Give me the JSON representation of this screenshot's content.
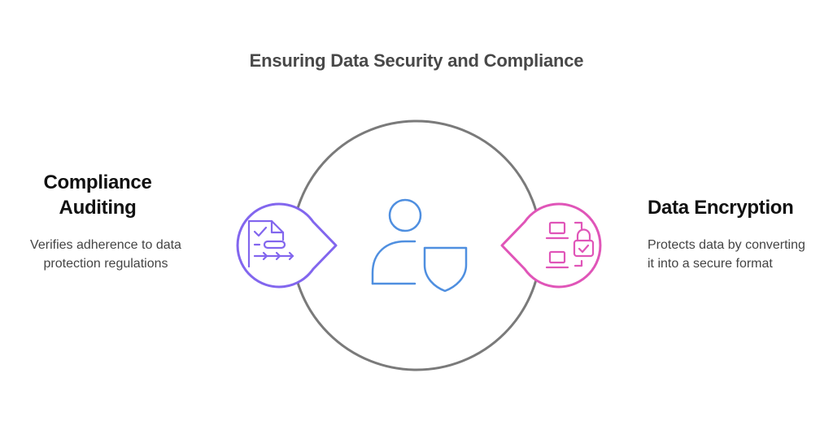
{
  "title": "Ensuring Data Security and Compliance",
  "left": {
    "heading": "Compliance Auditing",
    "description": "Verifies adherence to data protection regulations"
  },
  "right": {
    "heading": "Data Encryption",
    "description": "Protects data by converting it into a secure format"
  },
  "colors": {
    "center_ring": "#7a7a7a",
    "center_icon": "#4f8fe0",
    "left_accent": "#8266ee",
    "right_accent": "#e055b8",
    "title_text": "#484848"
  },
  "icons": {
    "center": "user-shield-icon",
    "left": "checklist-document-icon",
    "right": "laptops-lock-icon"
  }
}
